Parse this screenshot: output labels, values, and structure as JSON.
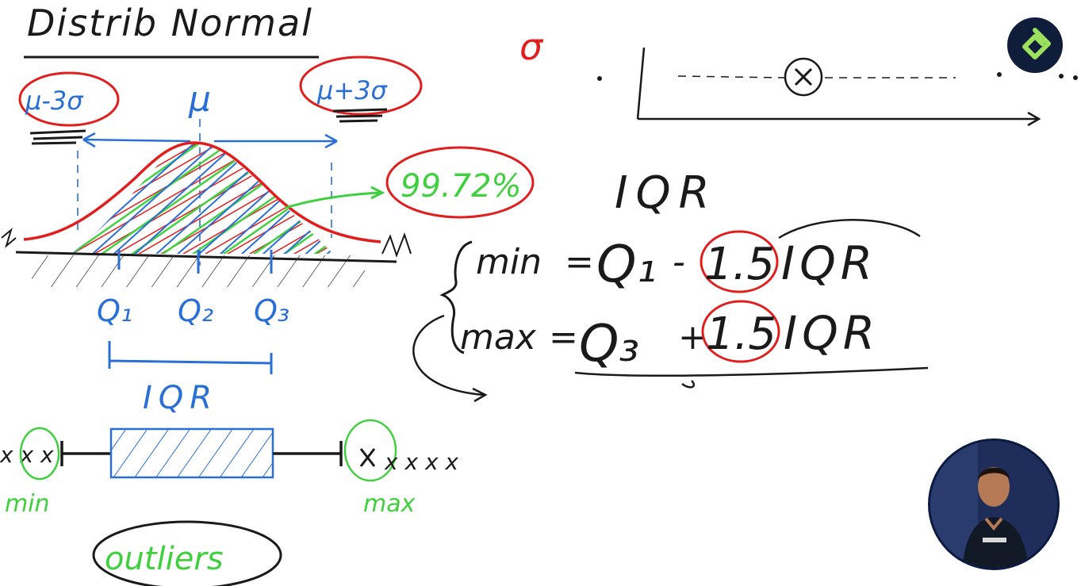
{
  "title": "Distrib Normal",
  "sigma": "σ",
  "normal": {
    "mu_minus": "μ-3σ",
    "mu": "μ",
    "mu_plus": "μ+3σ",
    "percent": "99.72%",
    "q1": "Q₁",
    "q2": "Q₂",
    "q3": "Q₃",
    "iqr": "IQR"
  },
  "formulas": {
    "heading": "IQR",
    "min_label": "min",
    "max_label": "max",
    "eq": "=",
    "q1": "Q₁",
    "minus": "-",
    "plus": "+",
    "q3": "Q₃",
    "factor": "1.5",
    "iqr": "IQR"
  },
  "boxplot": {
    "min_label": "min",
    "max_label": "max",
    "left_x": "x x x",
    "right_x": "x x x x",
    "outliers": "outliers"
  },
  "colors": {
    "ink": "#1a1a1a",
    "red": "#e01e1e",
    "blue": "#2a6fd6",
    "green": "#3fcf3f",
    "logo_bg": "#0f1c3a",
    "logo_accent": "#9be15d"
  },
  "icons": {
    "brand_logo": "platzi-logo-icon",
    "presenter": "presenter-webcam"
  }
}
